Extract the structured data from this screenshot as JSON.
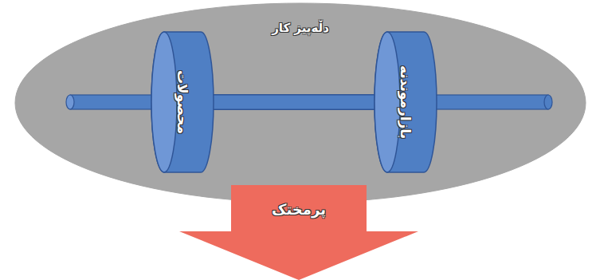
{
  "diagram": {
    "nodes": [
      {
        "text": [
          "دڵەپیز کار"
        ]
      },
      {
        "text": [
          "محصولات"
        ],
        "in": 0
      },
      {
        "text": [
          "بازارموندنه"
        ],
        "in": 0
      },
      {
        "text": [
          "پرمختک"
        ]
      }
    ],
    "edges": [
      {
        "from": 1,
        "to": 2,
        "arrow": "none"
      }
    ]
  }
}
